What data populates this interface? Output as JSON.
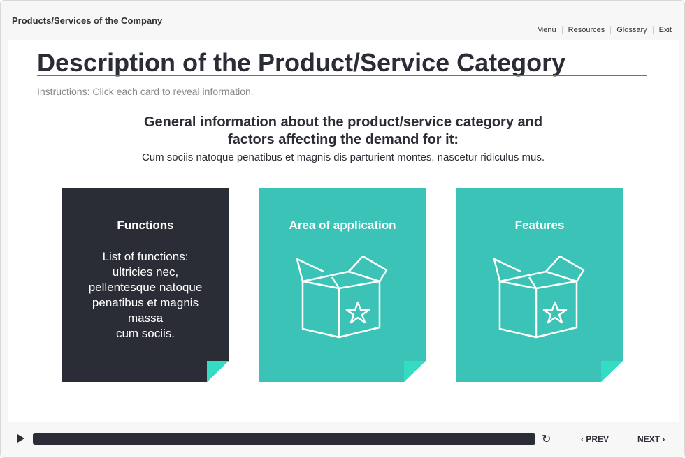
{
  "header": {
    "course_title": "Products/Services of the Company",
    "nav": [
      "Menu",
      "Resources",
      "Glossary",
      "Exit"
    ]
  },
  "slide": {
    "title": "Description of the Product/Service Category",
    "instructions": "Instructions: Click each card to reveal information.",
    "heading_line1": "General information about the product/service category and",
    "heading_line2": "factors affecting the demand for it:",
    "subtext": "Cum sociis natoque penatibus et magnis dis parturient montes, nascetur ridiculus mus.",
    "cards": [
      {
        "title": "Functions",
        "body": "List of functions:\nultricies nec,\npellentesque natoque\npenatibus et magnis\nmassa\ncum sociis.",
        "state": "revealed"
      },
      {
        "title": "Area of application",
        "icon": "box-star-icon"
      },
      {
        "title": "Features",
        "icon": "box-star-icon"
      }
    ]
  },
  "colors": {
    "dark": "#2a2d35",
    "teal": "#3ac3b6",
    "fold": "#34dcc4"
  },
  "player": {
    "progress_percent": 100,
    "prev": "PREV",
    "next": "NEXT"
  }
}
